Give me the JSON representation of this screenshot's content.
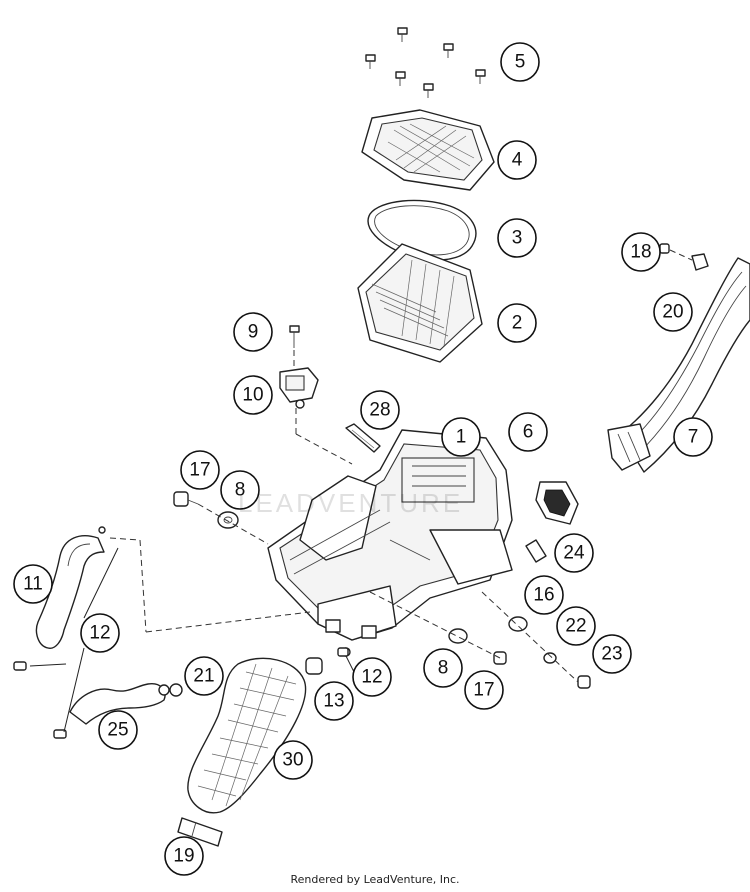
{
  "footer": "Rendered by LeadVenture, Inc.",
  "watermark": "LEADVENTURE",
  "callouts": [
    "1",
    "2",
    "3",
    "4",
    "5",
    "6",
    "7",
    "8",
    "8",
    "9",
    "10",
    "11",
    "12",
    "12",
    "13",
    "16",
    "17",
    "17",
    "18",
    "19",
    "20",
    "21",
    "22",
    "23",
    "24",
    "25",
    "28",
    "30"
  ]
}
